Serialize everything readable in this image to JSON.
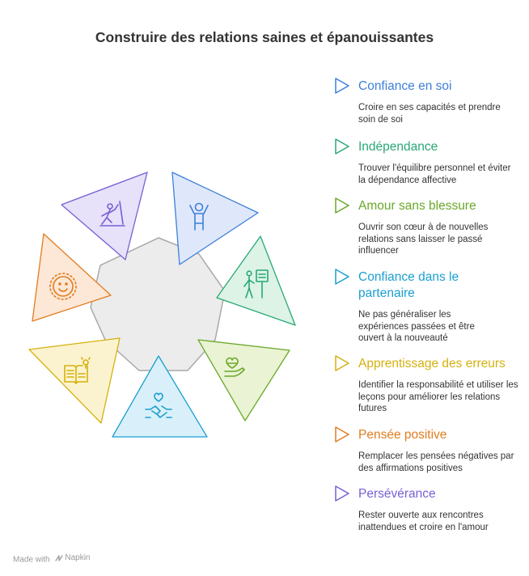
{
  "title": "Construire des relations saines et épanouissantes",
  "items": [
    {
      "title": "Confiance en soi",
      "description": "Croire en ses capacités et prendre soin de soi",
      "color": "#3d7fd9",
      "icon": "hiker-icon"
    },
    {
      "title": "Indépendance",
      "description": "Trouver l'équilibre personnel et éviter la dépendance affective",
      "color": "#2aa876",
      "icon": "person-arms-up-icon"
    },
    {
      "title": "Amour sans blessure",
      "description": "Ouvrir son cœur à de nouvelles relations sans laisser le passé influencer",
      "color": "#6aa82a",
      "icon": "person-signboard-icon"
    },
    {
      "title": "Confiance dans le partenaire",
      "description": "Ne pas généraliser les expériences passées et être ouvert à la nouveauté",
      "color": "#1a9fd0",
      "icon": "heart-in-hand-icon"
    },
    {
      "title": "Apprentissage des erreurs",
      "description": "Identifier la responsabilité et utiliser les leçons pour améliorer les relations futures",
      "color": "#d4b10f",
      "icon": "handshake-heart-icon"
    },
    {
      "title": "Pensée positive",
      "description": "Remplacer les pensées négatives par des affirmations positives",
      "color": "#e07d1f",
      "icon": "open-book-idea-icon"
    },
    {
      "title": "Persévérance",
      "description": "Rester ouverte aux rencontres inattendues et croire en l'amour",
      "color": "#7a5fd3",
      "icon": "smiley-face-icon"
    }
  ],
  "footer": {
    "made_with": "Made with",
    "brand": "Napkin"
  }
}
